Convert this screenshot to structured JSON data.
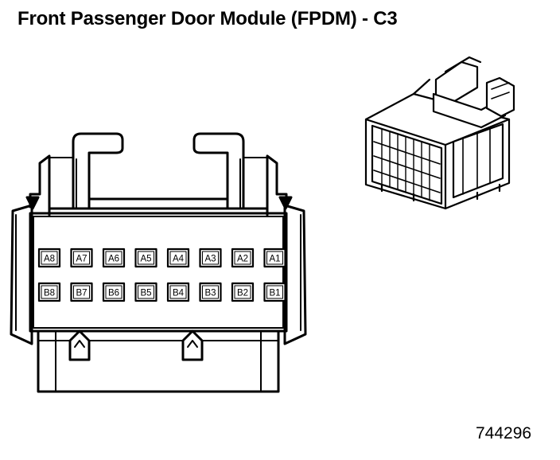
{
  "title": "Front Passenger Door Module (FPDM) - C3",
  "figure_number": "744296",
  "connector": {
    "row_a": [
      "A8",
      "A7",
      "A6",
      "A5",
      "A4",
      "A3",
      "A2",
      "A1"
    ],
    "row_b": [
      "B8",
      "B7",
      "B6",
      "B5",
      "B4",
      "B3",
      "B2",
      "B1"
    ]
  },
  "colors": {
    "line": "#000000",
    "background": "#ffffff"
  }
}
